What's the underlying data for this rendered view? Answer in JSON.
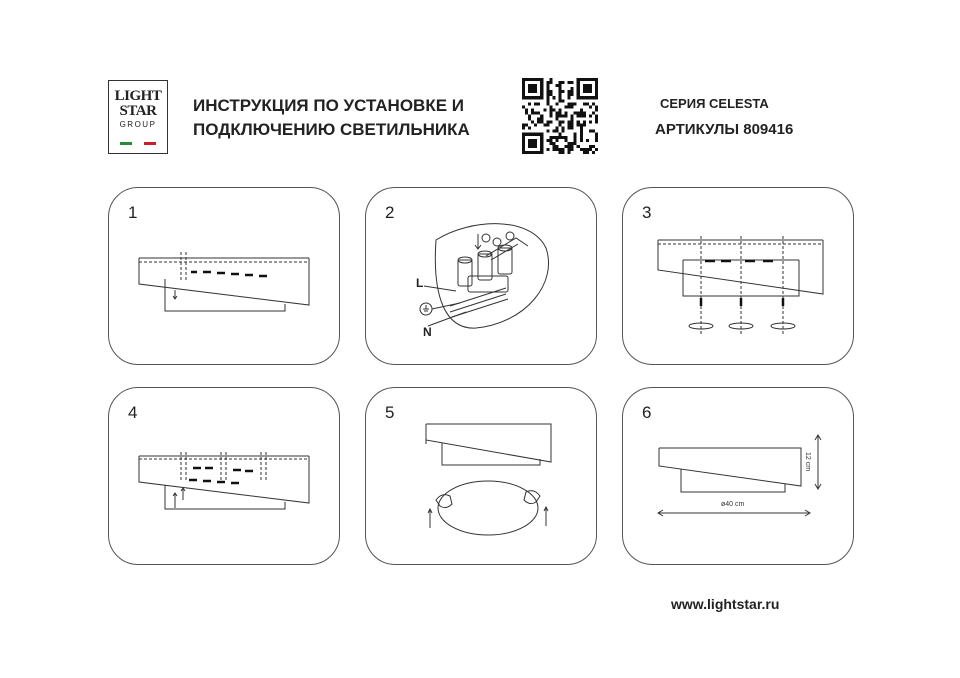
{
  "logo": {
    "line1": "LIGHT",
    "line2": "STAR",
    "line3": "GROUP"
  },
  "title": {
    "line1": "ИНСТРУКЦИЯ ПО УСТАНОВКЕ И",
    "line2": "ПОДКЛЮЧЕНИЮ СВЕТИЛЬНИКА"
  },
  "series": "СЕРИЯ CELESTA",
  "article": "АРТИКУЛЫ 809416",
  "steps": [
    {
      "number": "1"
    },
    {
      "number": "2",
      "label_l": "L",
      "label_n": "N"
    },
    {
      "number": "3"
    },
    {
      "number": "4"
    },
    {
      "number": "5"
    },
    {
      "number": "6",
      "height": "12 cm",
      "width": "ø40 cm"
    }
  ],
  "website": "www.lightstar.ru"
}
